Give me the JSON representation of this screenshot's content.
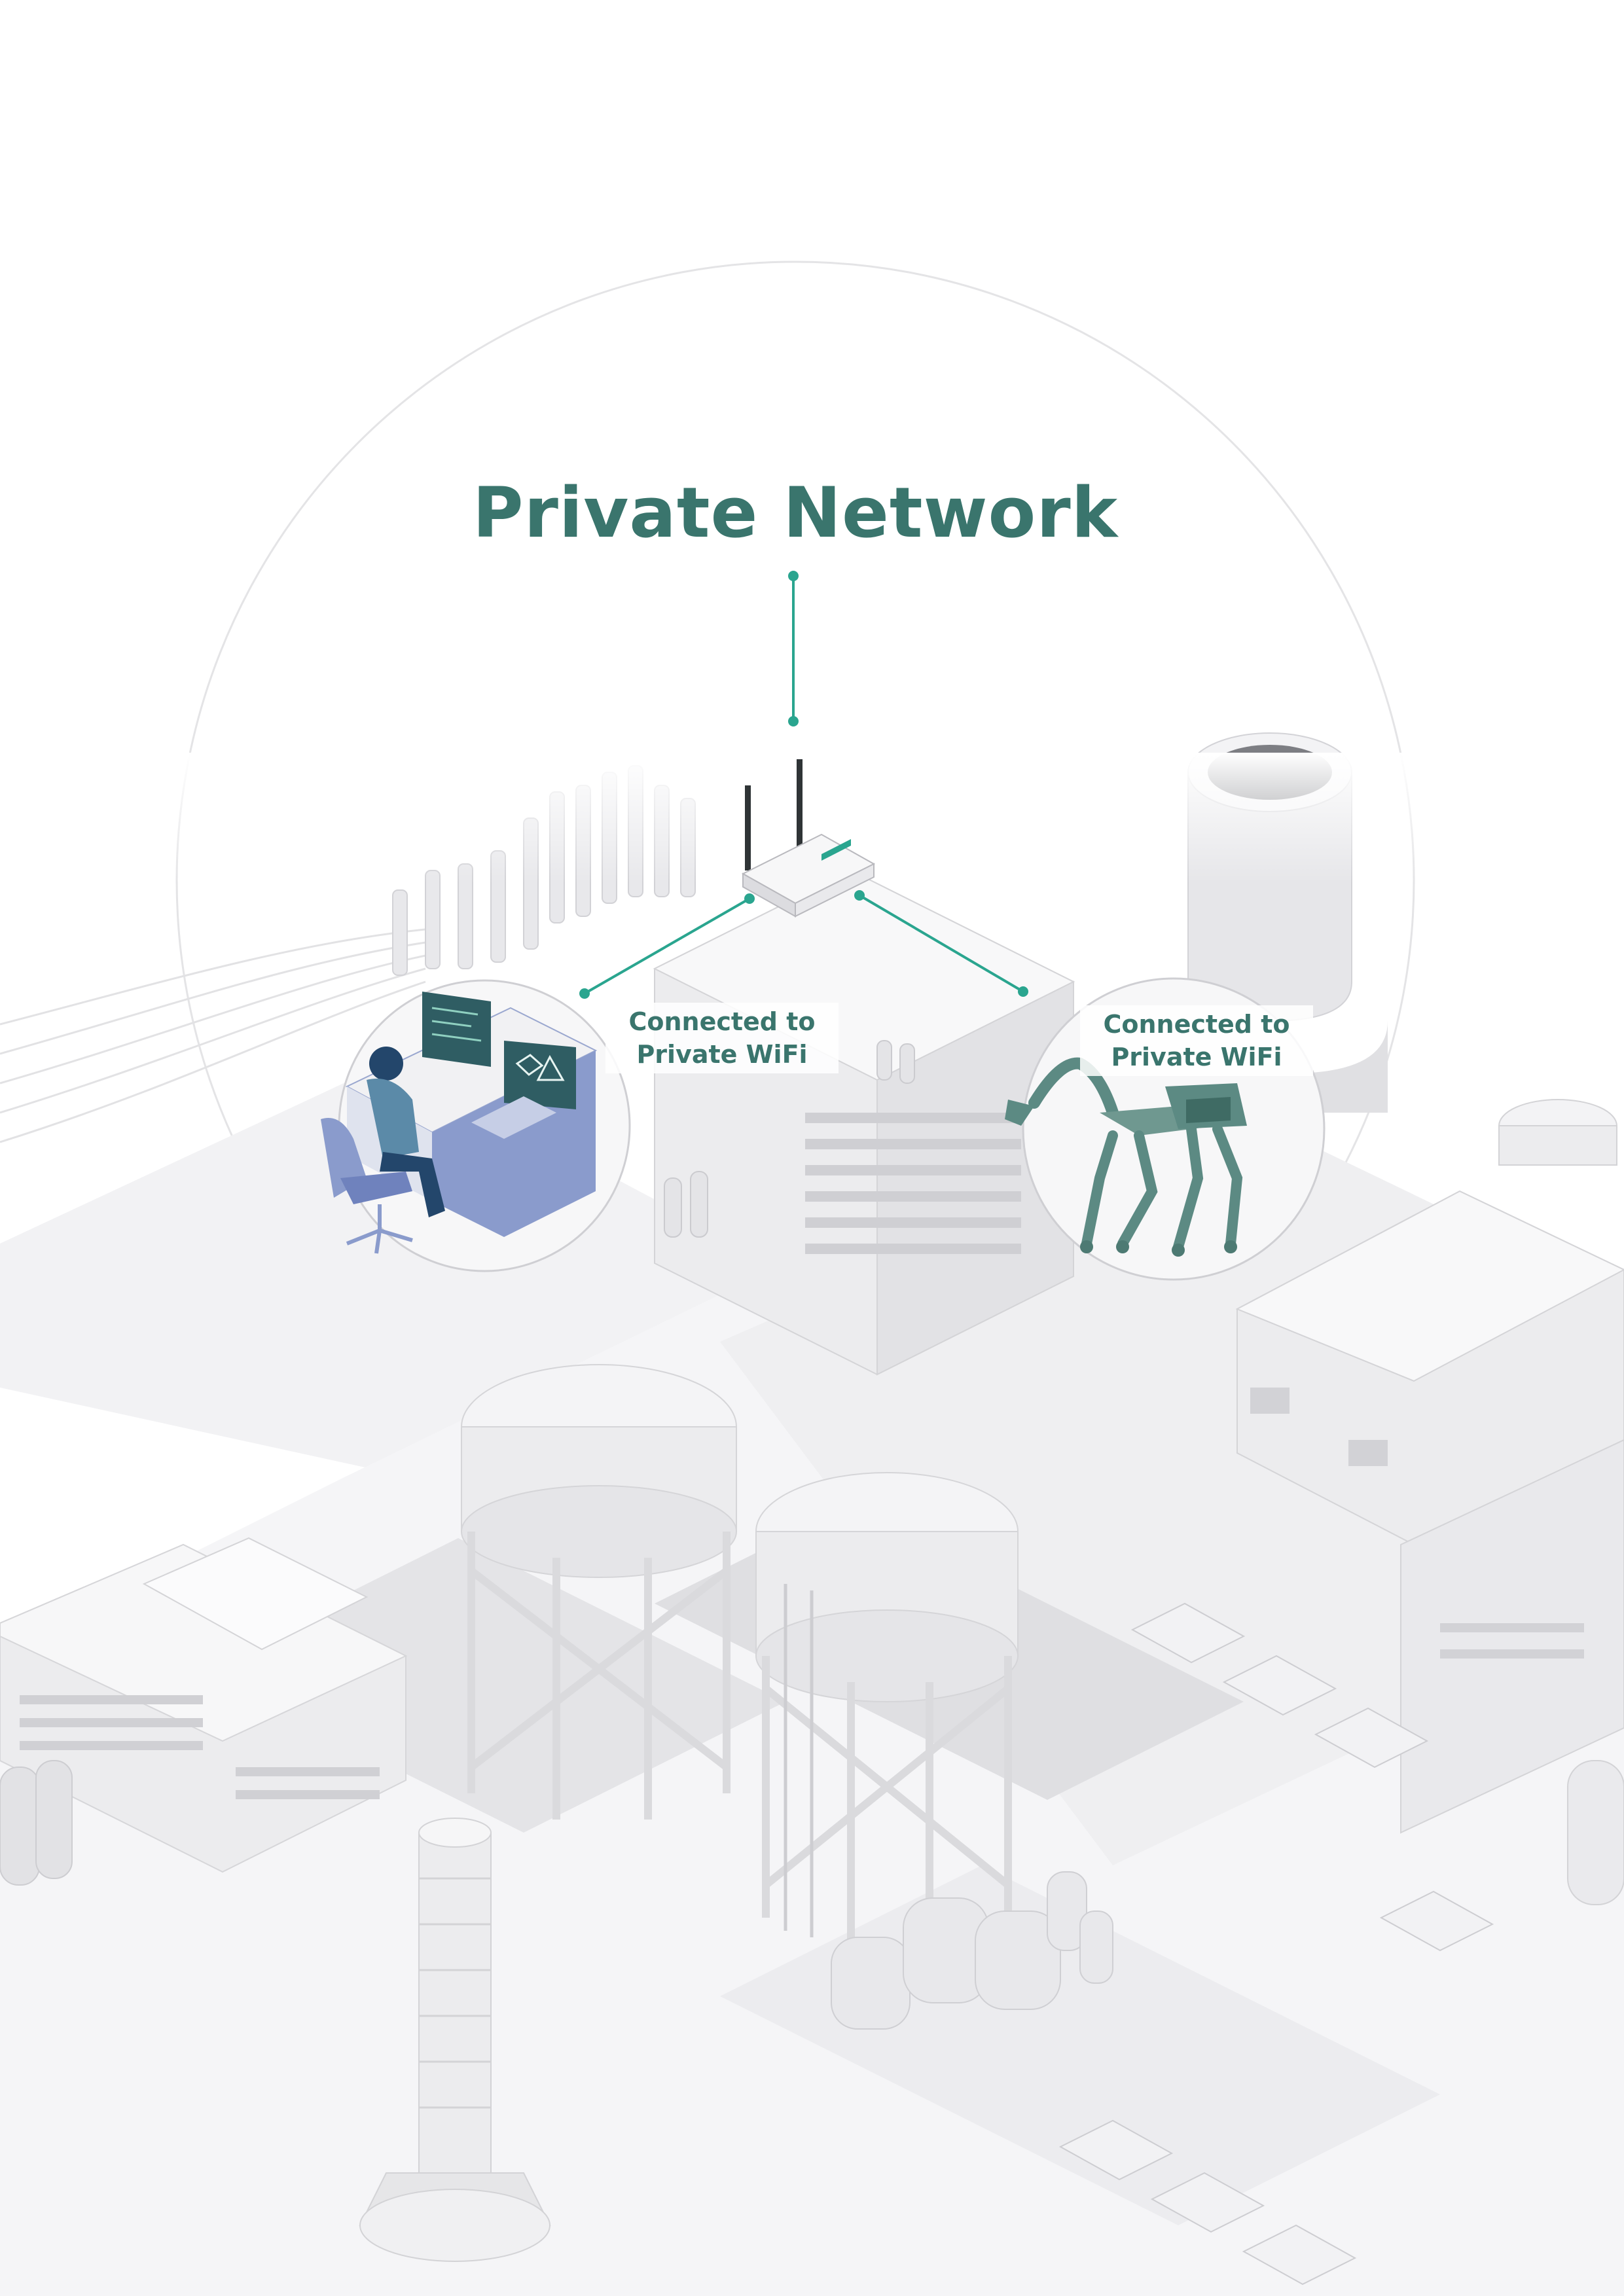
{
  "title": "Private Network",
  "labels": {
    "left": {
      "line1": "Connected to",
      "line2": "Private WiFi"
    },
    "right": {
      "line1": "Connected to",
      "line2": "Private WiFi"
    }
  },
  "icons": {
    "router": "wifi-router-icon",
    "operator": "operator-at-desk-icon",
    "robot": "robot-dog-with-arm-icon"
  },
  "colors": {
    "accent": "#3a756d",
    "connector": "#2aa58f",
    "buildings": "#e9e9eb",
    "shadow": "#cfcfd2",
    "operator_desk": "#8a9bcc"
  }
}
